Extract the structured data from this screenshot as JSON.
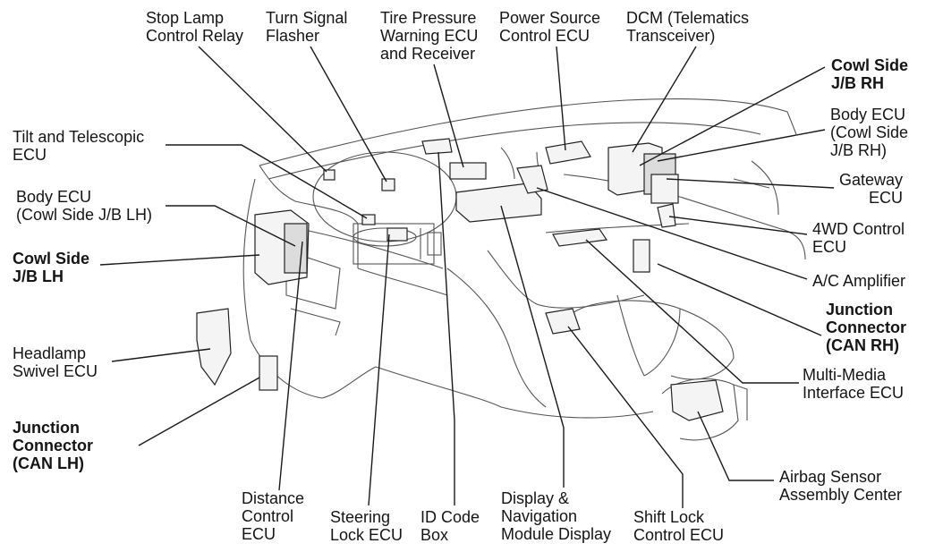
{
  "labels": {
    "stop_lamp": "Stop Lamp\nControl Relay",
    "turn_signal": "Turn Signal\nFlasher",
    "tire_pressure": "Tire Pressure\nWarning ECU\nand Receiver",
    "power_source": "Power Source\nControl ECU",
    "dcm": "DCM (Telematics\nTransceiver)",
    "cowl_rh": "Cowl Side\nJ/B RH",
    "body_ecu_rh": "Body ECU\n(Cowl Side\nJ/B RH)",
    "gateway": "Gateway\nECU",
    "fourwd": "4WD Control\nECU",
    "ac_amp": "A/C Amplifier",
    "junction_rh": "Junction\nConnector\n(CAN RH)",
    "multimedia": "Multi-Media\nInterface ECU",
    "airbag": "Airbag Sensor\nAssembly Center",
    "shift_lock": "Shift Lock\nControl ECU",
    "display_nav": "Display &\nNavigation\nModule Display",
    "id_code": "ID Code\nBox",
    "steering_lock": "Steering\nLock ECU",
    "distance": "Distance\nControl\nECU",
    "junction_lh": "Junction\nConnector\n(CAN LH)",
    "headlamp": "Headlamp\nSwivel ECU",
    "cowl_lh": "Cowl Side\nJ/B LH",
    "body_ecu_lh": "Body ECU\n(Cowl Side J/B LH)",
    "tilt": "Tilt and Telescopic\nECU"
  }
}
